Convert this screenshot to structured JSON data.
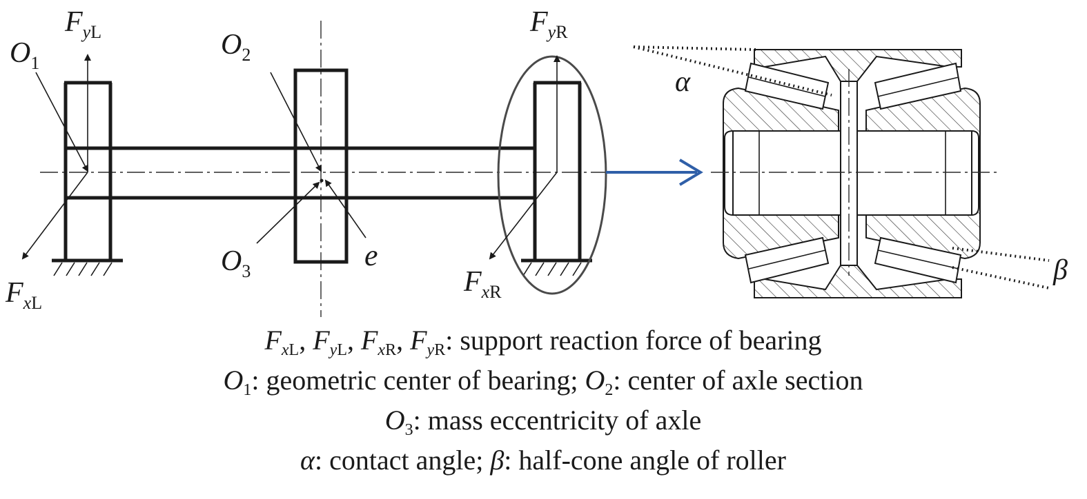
{
  "labels": {
    "O1": {
      "main": "O",
      "sub": "1"
    },
    "O2": {
      "main": "O",
      "sub": "2"
    },
    "O3": {
      "main": "O",
      "sub": "3"
    },
    "e": "e",
    "FyL": {
      "main": "F",
      "sub1": "y",
      "sub2": "L"
    },
    "FxL": {
      "main": "F",
      "sub1": "x",
      "sub2": "L"
    },
    "FyR": {
      "main": "F",
      "sub1": "y",
      "sub2": "R"
    },
    "FxR": {
      "main": "F",
      "sub1": "x",
      "sub2": "R"
    },
    "alpha": "α",
    "beta": "β"
  },
  "caption": {
    "line1": {
      "forces": [
        {
          "main": "F",
          "sub1": "x",
          "sub2": "L"
        },
        {
          "main": "F",
          "sub1": "y",
          "sub2": "L"
        },
        {
          "main": "F",
          "sub1": "x",
          "sub2": "R"
        },
        {
          "main": "F",
          "sub1": "y",
          "sub2": "R"
        }
      ],
      "sep": ", ",
      "text": ": support reaction force of bearing"
    },
    "line2": {
      "o1": {
        "main": "O",
        "sub": "1"
      },
      "o1_text": ": geometric center of bearing; ",
      "o2": {
        "main": "O",
        "sub": "2"
      },
      "o2_text": ": center of axle section"
    },
    "line3": {
      "o3": {
        "main": "O",
        "sub": "3"
      },
      "text": ": mass eccentricity of axle"
    },
    "line4": {
      "alpha": "α",
      "alpha_text": ": contact angle; ",
      "beta": "β",
      "beta_text": ": half-cone angle of roller"
    }
  },
  "colors": {
    "line": "#1a1a1a",
    "arrow_blue": "#2f5fa8",
    "ellipse": "#4a4a4a"
  }
}
